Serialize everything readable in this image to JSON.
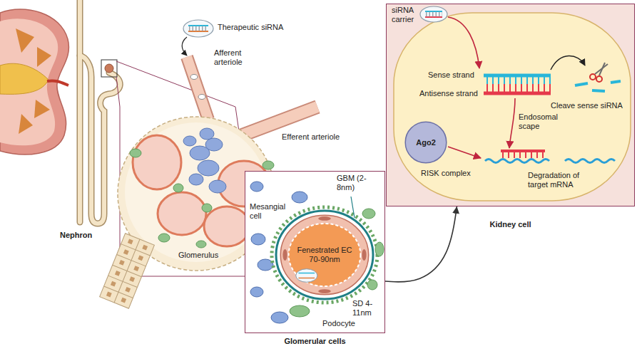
{
  "diagram": {
    "nodes": [
      {
        "text": [
          "Glomerular cells"
        ]
      },
      {
        "text": [
          "Fenestrated EC 70-90nm"
        ],
        "in": 0
      },
      {
        "text": [
          "Kidney cell"
        ]
      },
      {
        "text": [
          "Ago2"
        ],
        "in": 2
      }
    ],
    "edges": [
      {
        "from": 0,
        "to": 2,
        "arrow": "to"
      }
    ],
    "labels": [
      "Therapeutic siRNA",
      "Afferent arteriole",
      "Efferent arteriole",
      "Nephron",
      "Glomerulus",
      "GBM (2-8nm)",
      "Mesangial cell",
      "SD 4-11nm",
      "Podocyte",
      "siRNA carrier",
      "Sense strand",
      "Antisense strand",
      "Cleave sense siRNA",
      "Endosomal scape",
      "RISK complex",
      "Degradation of target mRNA"
    ]
  }
}
